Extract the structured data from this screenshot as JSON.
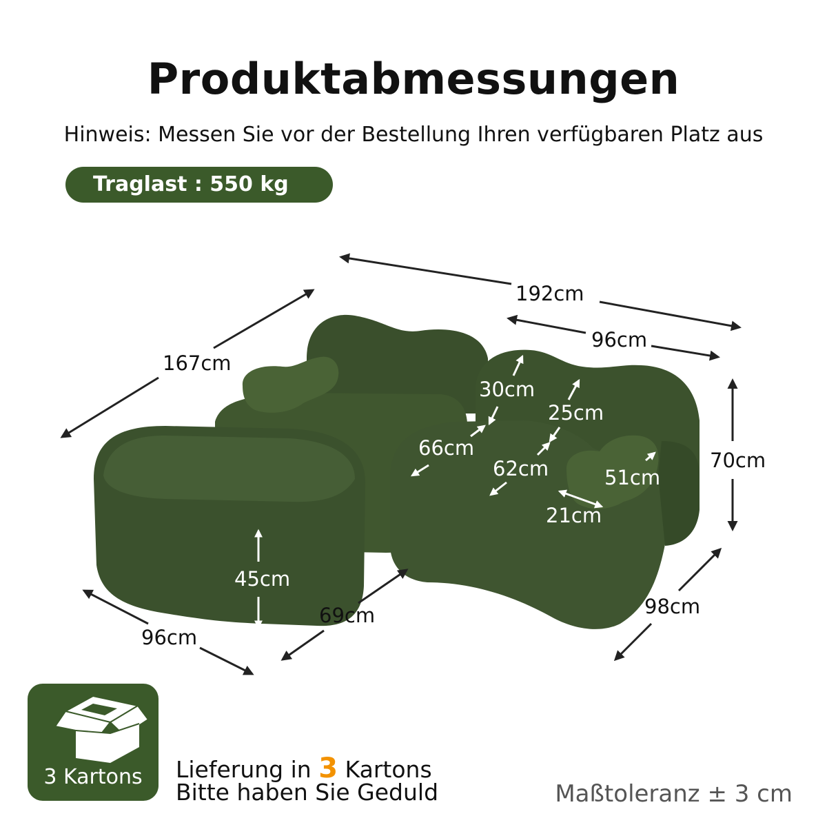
{
  "title": "Produktabmessungen",
  "subtitle": "Hinweis: Messen Sie vor der Bestellung Ihren verfügbaren Platz aus",
  "load_badge": "Traglast : 550 kg",
  "dimensions": {
    "total_width": "192cm",
    "left_depth": "167cm",
    "right_width": "96cm",
    "backrest_height": "30cm",
    "backrest_depth": "25cm",
    "seat_depth": "66cm",
    "seat_width": "62cm",
    "pillow_length": "51cm",
    "pillow_width": "21cm",
    "total_height": "70cm",
    "ottoman_height": "45cm",
    "ottoman_width": "96cm",
    "ottoman_depth": "69cm",
    "right_depth": "98cm"
  },
  "box_badge": {
    "icon": "box-icon",
    "label": "3 Kartons"
  },
  "delivery": {
    "line1_prefix": "Lieferung in",
    "line1_count": "3",
    "line1_suffix": "Kartons",
    "line2": "Bitte haben Sie Geduld"
  },
  "tolerance": "Maßtoleranz ± 3 cm",
  "colors": {
    "brand_green": "#3b5a2a",
    "accent_orange": "#f39200",
    "sofa_green": "#3f5530"
  }
}
